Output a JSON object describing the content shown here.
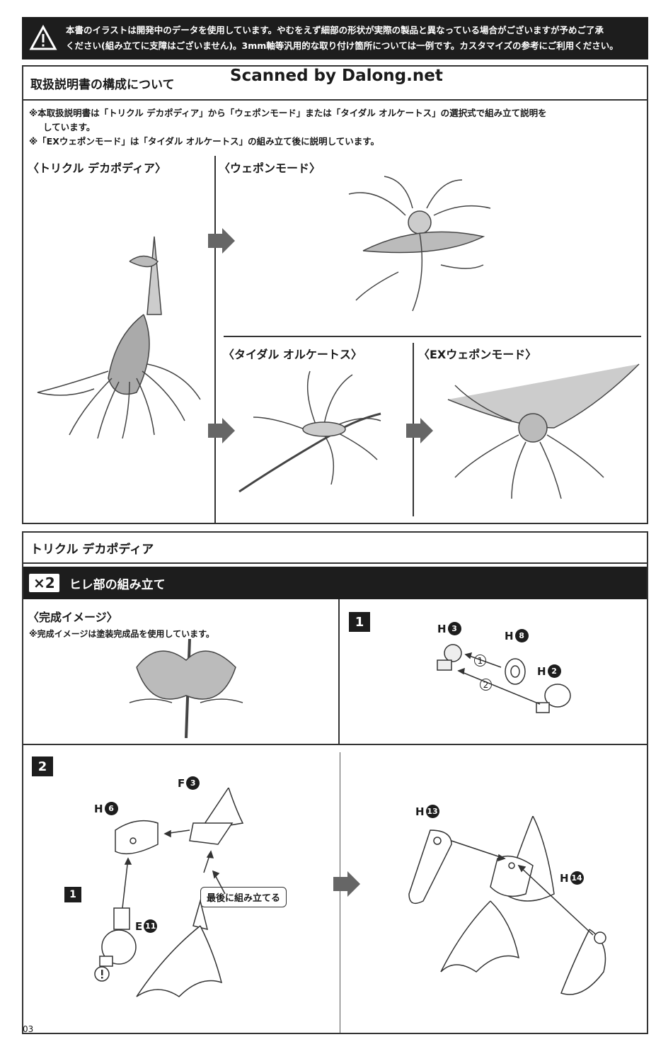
{
  "warning": {
    "line1": "本書のイラストは開発中のデータを使用しています。やむをえず細部の形状が実際の製品と異なっている場合がございますが予めご了承",
    "line2": "ください(組み立てに支障はございません)。3mm軸等汎用的な取り付け箇所については一例です。カスタマイズの参考にご利用ください。"
  },
  "section1": {
    "title": "取扱説明書の構成について",
    "watermark": "Scanned by Dalong.net",
    "note1a": "※本取扱説明書は「トリクル デカポディア」から「ウェポンモード」または「タイダル オルケートス」の選択式で組み立て説明を",
    "note1b": "しています。",
    "note2": "※「EXウェポンモード」は「タイダル オルケートス」の組み立て後に説明しています。",
    "labels": {
      "trickle": "〈トリクル デカポディア〉",
      "weapon": "〈ウェポンモード〉",
      "tidal": "〈タイダル オルケートス〉",
      "exweapon": "〈EXウェポンモード〉"
    }
  },
  "section2": {
    "title": "トリクル デカポディア",
    "bar_mult": "×2",
    "bar_title": "ヒレ部の組み立て",
    "complete_label": "〈完成イメージ〉",
    "complete_note": "※完成イメージは塗装完成品を使用しています。",
    "step1": "1",
    "step2": "2",
    "substep": "1",
    "callout": "最後に組み立てる",
    "order1": "1",
    "order2": "2",
    "parts": {
      "h3": {
        "letter": "H",
        "num": "3"
      },
      "h8": {
        "letter": "H",
        "num": "8"
      },
      "h2": {
        "letter": "H",
        "num": "2"
      },
      "f3": {
        "letter": "F",
        "num": "3"
      },
      "h6": {
        "letter": "H",
        "num": "6"
      },
      "e11": {
        "letter": "E",
        "num": "11"
      },
      "h13": {
        "letter": "H",
        "num": "13"
      },
      "h14": {
        "letter": "H",
        "num": "14"
      }
    }
  },
  "page_number": "03"
}
